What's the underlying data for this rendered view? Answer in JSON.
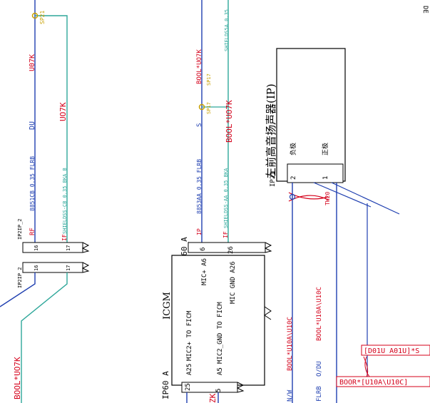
{
  "corner": {
    "label": "DE"
  },
  "left_wires": {
    "upper": {
      "splice": "SP21",
      "circuit": "U07K",
      "route": "DU",
      "wire_spec": "8851CB 0.35 FLRB",
      "tag": "RF",
      "tag_color_label": "UO7K"
    },
    "shield": {
      "spec": "SHIELDSS-CB 0.35 BKA B",
      "tag": "IF"
    },
    "bottom_label": "BOOL*UO7K"
  },
  "connectors": {
    "top": {
      "id": "IP2IP_2",
      "pins": [
        "16",
        "17"
      ]
    },
    "bottom": {
      "id": "IP2IP_2",
      "pins": [
        "16",
        "17"
      ]
    }
  },
  "middle_wires": {
    "top_label_a": "BOOL*UO7K",
    "top_label_b": "SHIELDS5A 0.35",
    "splice_a": "SP17",
    "splice_b": "SP17",
    "circuit_red": "BOOL*UO7K",
    "route": "S",
    "wire_spec": "8853AA 0.35 FLRB",
    "shield_spec": "SHIELDSS-AA 0.35 BKA",
    "tag_red": "IF",
    "tag_blue": "IP"
  },
  "ip60": {
    "connector_id": "IP60_A",
    "pins": [
      "6",
      "26"
    ],
    "module_name": "ICGM",
    "bottom_connector_id": "IP60 A",
    "rows": [
      {
        "pin": "A25",
        "text": "MIC2+ TO FICM"
      },
      {
        "pin": "A5",
        "text": "MIC2_GND TO FICM"
      }
    ],
    "side_pins": [
      {
        "label": "MIC+ A6"
      },
      {
        "label": "MIC GND A26"
      }
    ],
    "bottom_pins": [
      "25",
      "5"
    ],
    "bottom_tag": "ZK"
  },
  "speaker": {
    "ref": "IP21",
    "title": "左前高音扬声器(IP)",
    "pins": [
      {
        "num": "2",
        "label": "负极"
      },
      {
        "num": "1",
        "label": "正极"
      }
    ],
    "twist": "TW20"
  },
  "right_wires": {
    "labels": [
      "BOOL*U10A\\U10C",
      "BOOL*U10A\\U10C",
      "O/DU",
      "FLRB",
      "N/W"
    ],
    "callout_top": "[D01U A01U]*S",
    "callout_bottom": "BOOR*[U10A\\U10C]"
  }
}
